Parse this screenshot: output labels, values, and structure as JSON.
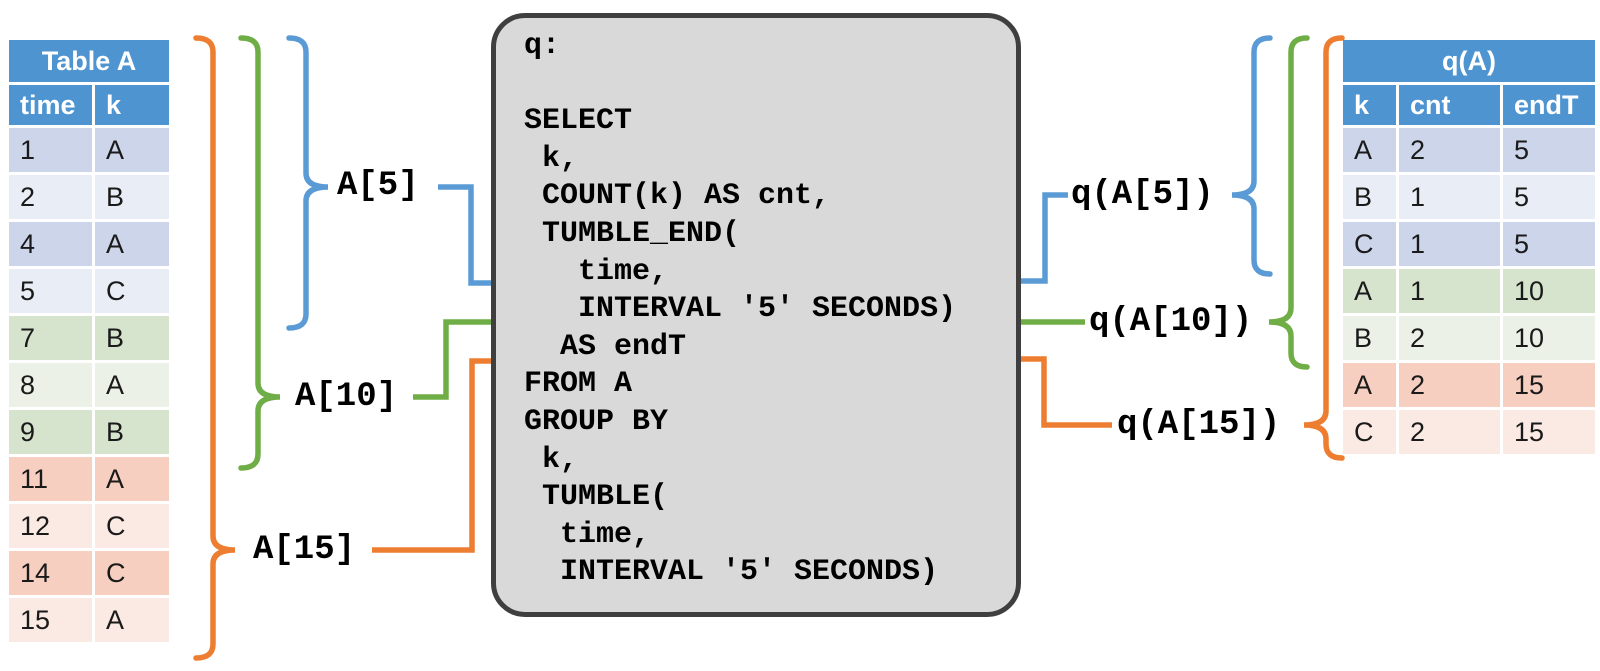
{
  "colors": {
    "table_header": "#4D94D0",
    "window5_dark": "#CDD5EB",
    "window5_light": "#E9EDF6",
    "window10_dark": "#D7E4CD",
    "window10_light": "#EBF1E6",
    "window15_dark": "#F6CFC0",
    "window15_light": "#FBEAE3",
    "accent_blue": "#5B9BD5",
    "accent_green": "#6FAD47",
    "accent_orange": "#ED7D31",
    "box_fill": "#D9D9D9",
    "box_border": "#3F3F3F",
    "text": "#1A1A1A"
  },
  "left_table": {
    "title": "Table A",
    "columns": [
      "time",
      "k"
    ],
    "rows": [
      {
        "time": "1",
        "k": "A",
        "window": "5"
      },
      {
        "time": "2",
        "k": "B",
        "window": "5"
      },
      {
        "time": "4",
        "k": "A",
        "window": "5"
      },
      {
        "time": "5",
        "k": "C",
        "window": "5"
      },
      {
        "time": "7",
        "k": "B",
        "window": "10"
      },
      {
        "time": "8",
        "k": "A",
        "window": "10"
      },
      {
        "time": "9",
        "k": "B",
        "window": "10"
      },
      {
        "time": "11",
        "k": "A",
        "window": "15"
      },
      {
        "time": "12",
        "k": "C",
        "window": "15"
      },
      {
        "time": "14",
        "k": "C",
        "window": "15"
      },
      {
        "time": "15",
        "k": "A",
        "window": "15"
      }
    ]
  },
  "query_box": {
    "sql": "q:\n\nSELECT\n k,\n COUNT(k) AS cnt,\n TUMBLE_END(\n   time,\n   INTERVAL '5' SECONDS)\n  AS endT\nFROM A\nGROUP BY\n k,\n TUMBLE(\n  time,\n  INTERVAL '5' SECONDS)"
  },
  "window_labels": {
    "left": [
      {
        "text": "A[5]",
        "window": "5"
      },
      {
        "text": "A[10]",
        "window": "10"
      },
      {
        "text": "A[15]",
        "window": "15"
      }
    ],
    "right": [
      {
        "text": "q(A[5])",
        "window": "5"
      },
      {
        "text": "q(A[10])",
        "window": "10"
      },
      {
        "text": "q(A[15])",
        "window": "15"
      }
    ]
  },
  "right_table": {
    "title": "q(A)",
    "columns": [
      "k",
      "cnt",
      "endT"
    ],
    "rows": [
      {
        "k": "A",
        "cnt": "2",
        "endT": "5",
        "window": "5"
      },
      {
        "k": "B",
        "cnt": "1",
        "endT": "5",
        "window": "5"
      },
      {
        "k": "C",
        "cnt": "1",
        "endT": "5",
        "window": "5"
      },
      {
        "k": "A",
        "cnt": "1",
        "endT": "10",
        "window": "10"
      },
      {
        "k": "B",
        "cnt": "2",
        "endT": "10",
        "window": "10"
      },
      {
        "k": "A",
        "cnt": "2",
        "endT": "15",
        "window": "15"
      },
      {
        "k": "C",
        "cnt": "2",
        "endT": "15",
        "window": "15"
      }
    ]
  }
}
